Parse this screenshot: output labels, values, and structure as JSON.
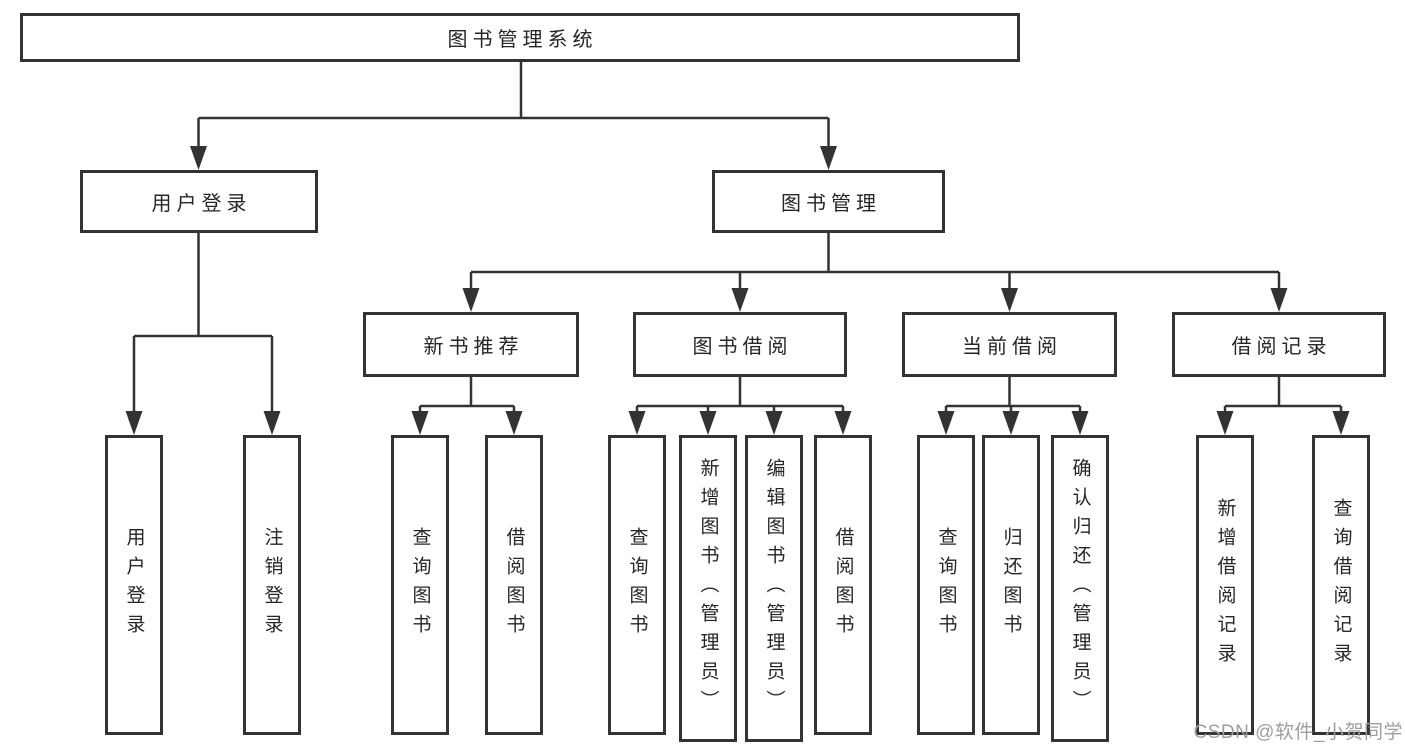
{
  "nodes": {
    "root": {
      "label": "图书管理系统"
    },
    "user_login": {
      "label": "用户登录",
      "children": [
        {
          "label": "用户登录"
        },
        {
          "label": "注销登录"
        }
      ]
    },
    "book_mgmt": {
      "label": "图书管理"
    },
    "new_books": {
      "label": "新书推荐",
      "children": [
        {
          "label": "查询图书"
        },
        {
          "label": "借阅图书"
        }
      ]
    },
    "book_borrow": {
      "label": "图书借阅",
      "children": [
        {
          "label": "查询图书"
        },
        {
          "label": "新增图书（管理员）"
        },
        {
          "label": "编辑图书（管理员）"
        },
        {
          "label": "借阅图书"
        }
      ]
    },
    "current_borrow": {
      "label": "当前借阅",
      "children": [
        {
          "label": "查询图书"
        },
        {
          "label": "归还图书"
        },
        {
          "label": "确认归还（管理员）"
        }
      ]
    },
    "borrow_records": {
      "label": "借阅记录",
      "children": [
        {
          "label": "新增借阅记录"
        },
        {
          "label": "查询借阅记录"
        }
      ]
    }
  },
  "watermark": {
    "text": "CSDN @软件_小贺同学"
  },
  "colors": {
    "line": "#333333",
    "box_border": "#333333",
    "text": "#262626",
    "watermark": "#9e9e9e",
    "background": "#ffffff"
  }
}
